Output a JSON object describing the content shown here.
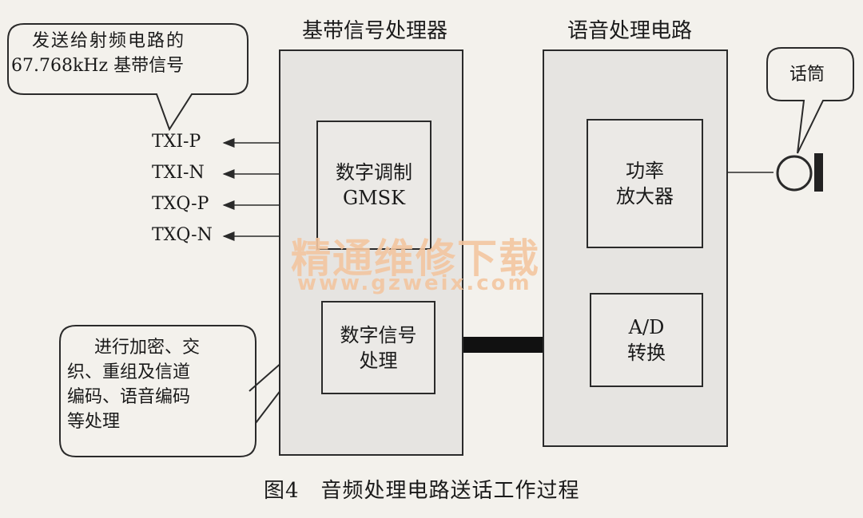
{
  "labels": {
    "baseband_heading": "基带信号处理器",
    "voice_heading": "语音处理电路",
    "modulation_box": [
      "数字调制",
      "GMSK"
    ],
    "dsp_box": [
      "数字信号",
      "处理"
    ],
    "amplifier_box": [
      "功率",
      "放大器"
    ],
    "ad_box": [
      "A/D",
      "转换"
    ],
    "microphone_callout": "话筒",
    "rf_callout": [
      "发送给射频电路的",
      "67.768kHz 基带信号"
    ],
    "processing_callout": [
      "进行加密、交",
      "织、重组及信道",
      "编码、语音编码",
      "等处理"
    ],
    "signals": [
      "TXI-P",
      "TXI-N",
      "TXQ-P",
      "TXQ-N"
    ],
    "caption": "图4　音频处理电路送话工作过程"
  },
  "watermark": {
    "text_cn": "精通维修下载",
    "text_url": "www.gzweix.com"
  },
  "colors": {
    "line": "#2a2a2a",
    "panel_fill": "#e6e4e1",
    "watermark": "#f3c6a0"
  }
}
